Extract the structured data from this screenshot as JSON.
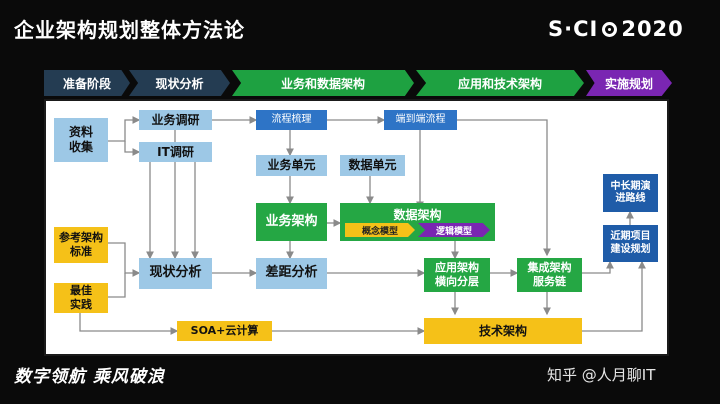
{
  "title": "企业架构规划整体方法论",
  "logo": {
    "left": "S·CI",
    "right": "2020"
  },
  "phases": [
    "准备阶段",
    "现状分析",
    "业务和数据架构",
    "应用和技术架构",
    "实施规划"
  ],
  "boxes": {
    "materials": "资料\n收集",
    "business_research": "业务调研",
    "it_research": "IT调研",
    "process_review": "流程梳理",
    "e2e_process": "端到端流程",
    "business_unit": "业务单元",
    "data_unit": "数据单元",
    "business_arch": "业务架构",
    "data_arch": "数据架构",
    "concept_model": "概念模型",
    "logic_model": "逻辑模型",
    "reference_arch": "参考架构\n标准",
    "best_practice": "最佳\n实践",
    "current_analysis": "现状分析",
    "gap_analysis": "差距分析",
    "app_arch": "应用架构\n横向分层",
    "integration_arch": "集成架构\n服务链",
    "soa_cloud": "SOA+云计算",
    "tech_arch": "技术架构",
    "long_term": "中长期演\n进路线",
    "near_term": "近期项目\n建设规划"
  },
  "footer": {
    "slogan": "数字领航 乘风破浪",
    "brand": "知乎 @人月聊IT"
  },
  "colors": {
    "gray": "#243c52",
    "green": "#1ea141",
    "purple": "#7a26b2",
    "light_blue": "#9dc8e6",
    "yellow": "#f5c118"
  }
}
